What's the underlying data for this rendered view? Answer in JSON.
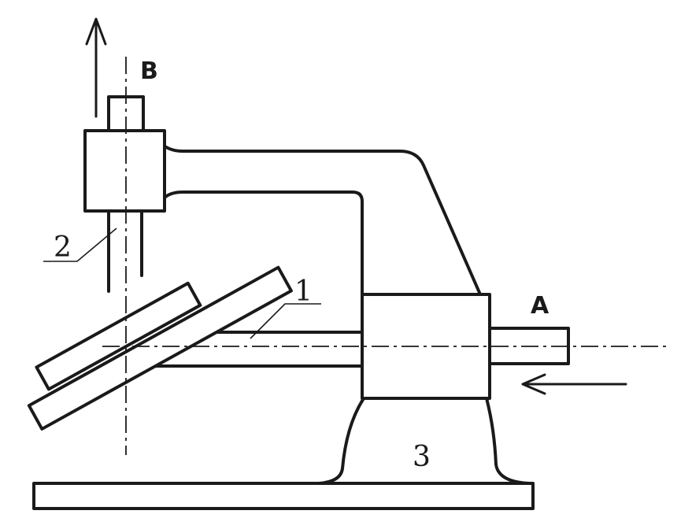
{
  "labels": {
    "axis_a": "A",
    "axis_b": "B",
    "part_1": "1",
    "part_2": "2",
    "part_3": "3"
  },
  "colors": {
    "line": "#1a1a1a",
    "background": "#ffffff"
  }
}
